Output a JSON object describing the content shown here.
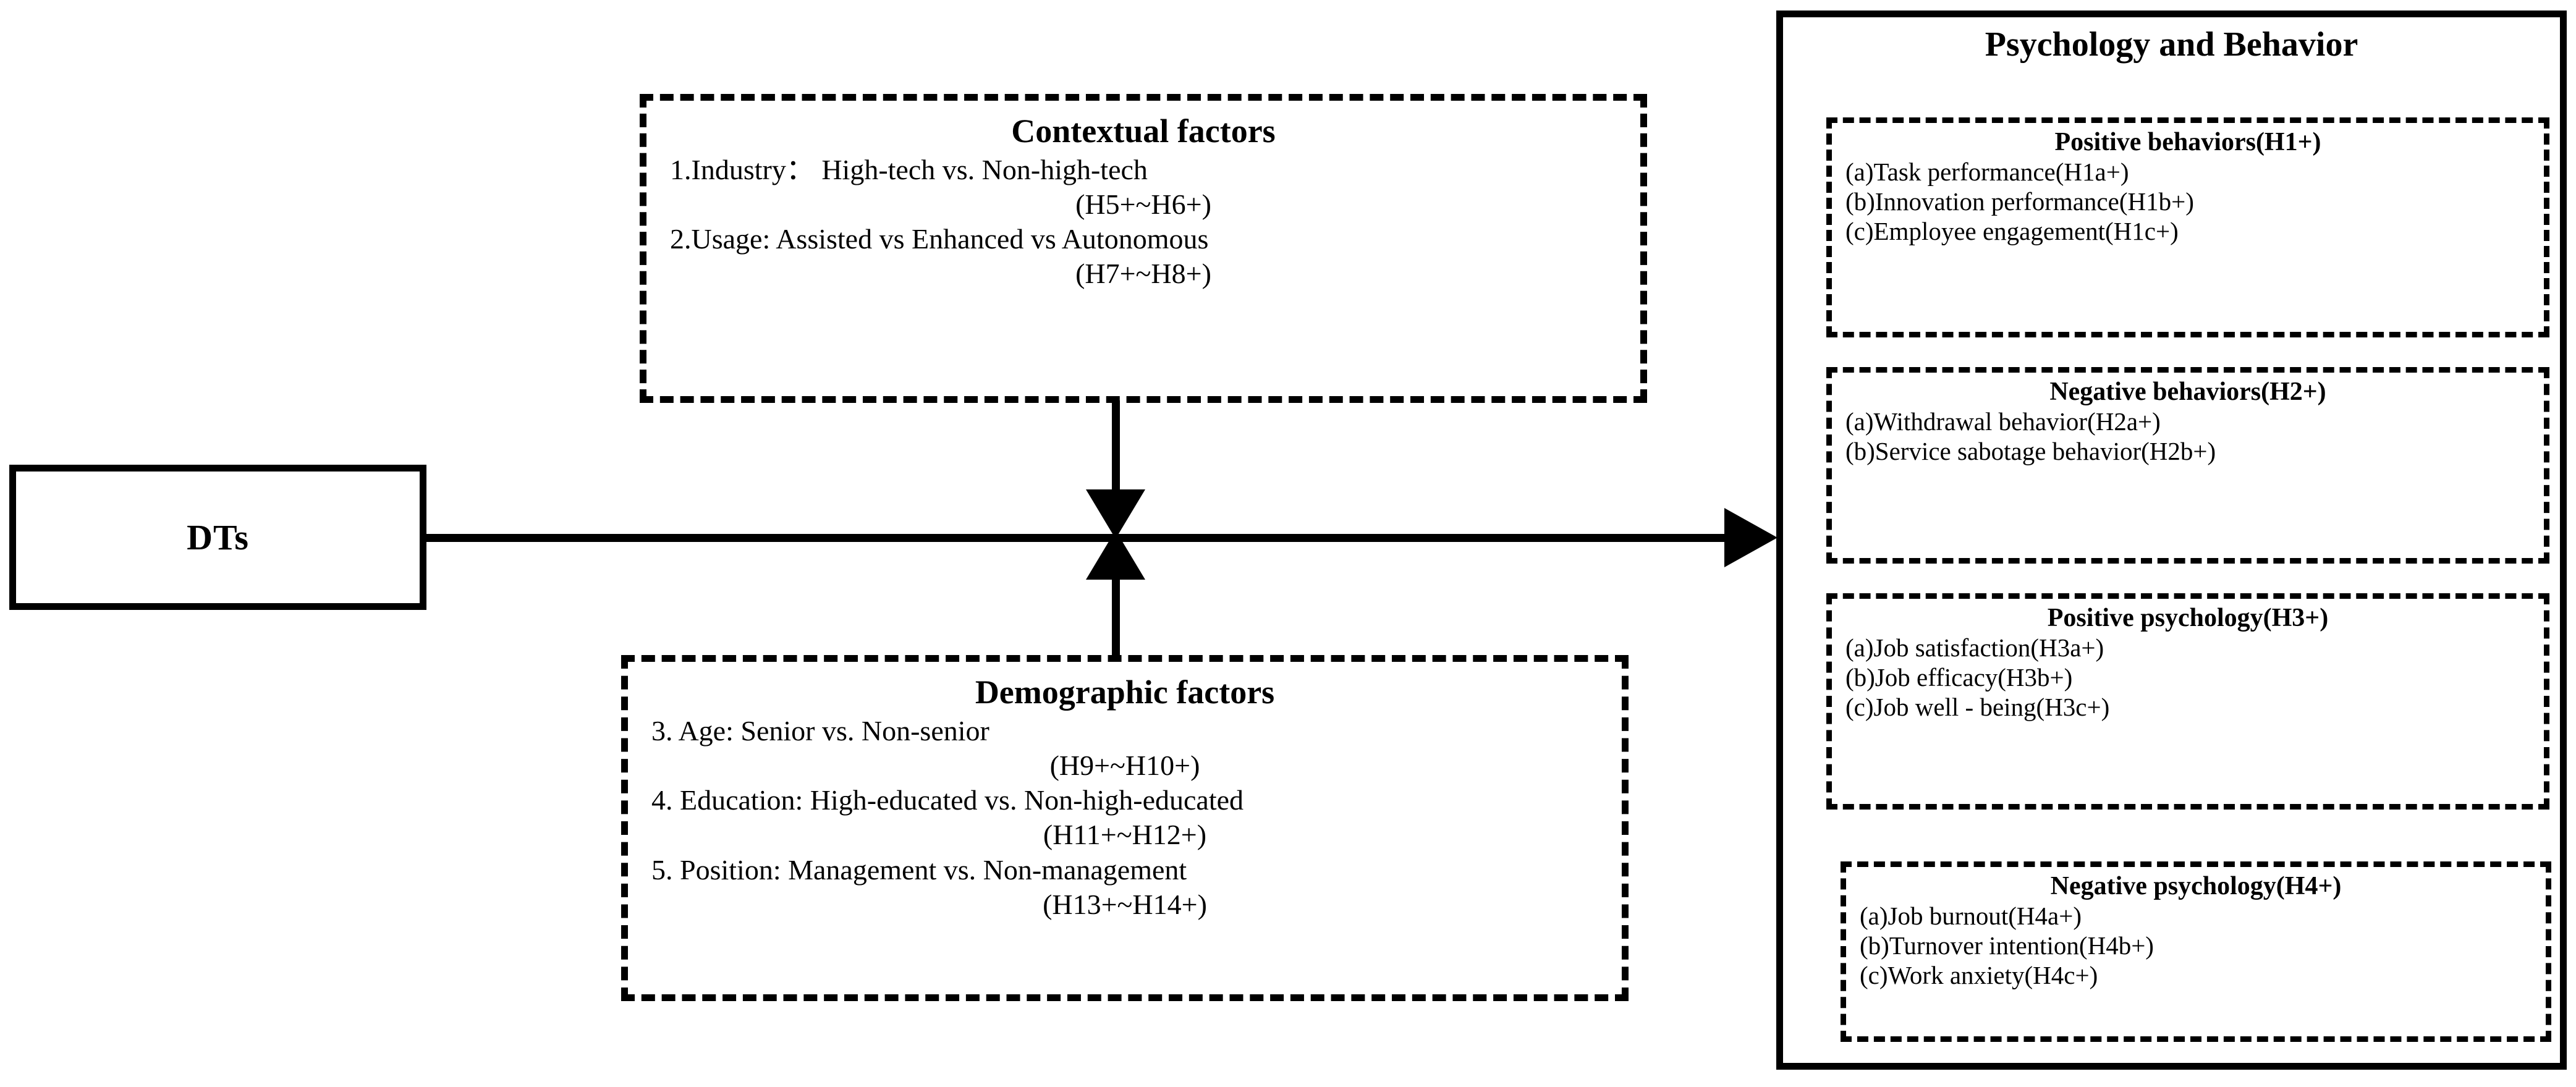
{
  "diagram": {
    "title_visible": false,
    "colors": {
      "ink": "#000000",
      "background": "#ffffff"
    }
  },
  "source": {
    "label": "DTs"
  },
  "moderators": {
    "contextual": {
      "title": "Contextual factors",
      "lines": [
        "1.Industry： High-tech vs. Non-high-tech",
        "(H5+~H6+)",
        "2.Usage: Assisted vs Enhanced vs Autonomous",
        "(H7+~H8+)"
      ]
    },
    "demographic": {
      "title": "Demographic factors",
      "lines": [
        "3. Age: Senior vs. Non-senior",
        "(H9+~H10+)",
        "4. Education: High-educated vs. Non-high-educated",
        "(H11+~H12+)",
        "5. Position: Management vs. Non-management",
        "(H13+~H14+)"
      ]
    }
  },
  "outcomes": {
    "panel_title": "Psychology and Behavior",
    "groups": [
      {
        "title": "Positive behaviors(H1+)",
        "items": [
          "(a)Task performance(H1a+)",
          "(b)Innovation performance(H1b+)",
          "(c)Employee engagement(H1c+)"
        ]
      },
      {
        "title": "Negative behaviors(H2+)",
        "items": [
          "(a)Withdrawal behavior(H2a+)",
          "(b)Service sabotage behavior(H2b+)"
        ]
      },
      {
        "title": "Positive psychology(H3+)",
        "items": [
          "(a)Job satisfaction(H3a+)",
          "(b)Job efficacy(H3b+)",
          "(c)Job well - being(H3c+)"
        ]
      },
      {
        "title": "Negative psychology(H4+)",
        "items": [
          "(a)Job burnout(H4a+)",
          "(b)Turnover intention(H4b+)",
          "(c)Work anxiety(H4c+)"
        ]
      }
    ]
  }
}
